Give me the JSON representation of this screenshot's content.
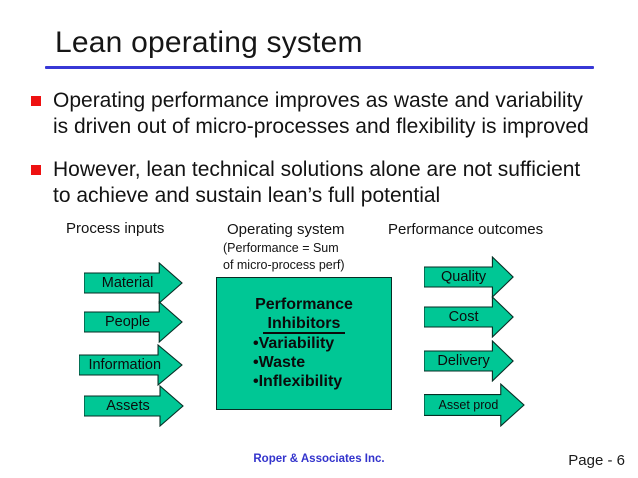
{
  "slide": {
    "title": "Lean operating system",
    "bullets": [
      {
        "line1": "Operating performance improves as waste and variability",
        "line2": "is driven out of micro-processes and flexibility is improved"
      },
      {
        "line1": "However, lean technical solutions alone are not sufficient",
        "line2": "to achieve and sustain lean’s full potential"
      }
    ],
    "footer": {
      "company": "Roper & Associates Inc.",
      "page_label": "Page - 6"
    }
  },
  "diagram": {
    "headers": {
      "inputs": "Process inputs",
      "system": "Operating system",
      "system_note_line1": "(Performance = Sum",
      "system_note_line2": "of micro-process perf)",
      "outcomes": "Performance outcomes"
    },
    "input_arrows": [
      "Material",
      "People",
      "Information",
      "Assets"
    ],
    "inhibitor_box": {
      "title_line1": "Performance",
      "title_line2": "Inhibitors",
      "items": [
        "•Variability",
        "•Waste",
        "•Inflexibility"
      ]
    },
    "outcome_arrows": [
      "Quality",
      "Cost",
      "Delivery",
      "Asset prod"
    ]
  },
  "colors": {
    "arrow_green": "#00C795",
    "rule_blue": "#3838D6",
    "bullet_red": "#EE1111",
    "footer_blue": "#3333CC"
  }
}
